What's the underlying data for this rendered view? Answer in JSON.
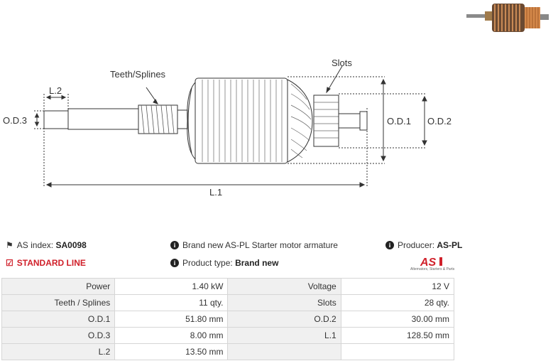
{
  "diagram": {
    "labels": {
      "teeth": "Teeth/Splines",
      "slots": "Slots",
      "l2": "L.2",
      "od3": "O.D.3",
      "od1": "O.D.1",
      "od2": "O.D.2",
      "l1": "L.1"
    }
  },
  "info": {
    "as_index_label": "AS index:",
    "as_index_value": "SA0098",
    "standard_line": "STANDARD LINE",
    "description": "Brand new AS-PL Starter motor armature",
    "product_type_label": "Product type:",
    "product_type_value": "Brand new",
    "producer_label": "Producer:",
    "producer_value": "AS-PL"
  },
  "logo": {
    "mark": "AS",
    "tagline": "Alternators, Starters & Parts"
  },
  "specs": [
    [
      "Power",
      "1.40 kW",
      "Voltage",
      "12 V"
    ],
    [
      "Teeth / Splines",
      "11 qty.",
      "Slots",
      "28 qty."
    ],
    [
      "O.D.1",
      "51.80 mm",
      "O.D.2",
      "30.00 mm"
    ],
    [
      "O.D.3",
      "8.00 mm",
      "L.1",
      "128.50 mm"
    ],
    [
      "L.2",
      "13.50 mm",
      "",
      ""
    ]
  ]
}
